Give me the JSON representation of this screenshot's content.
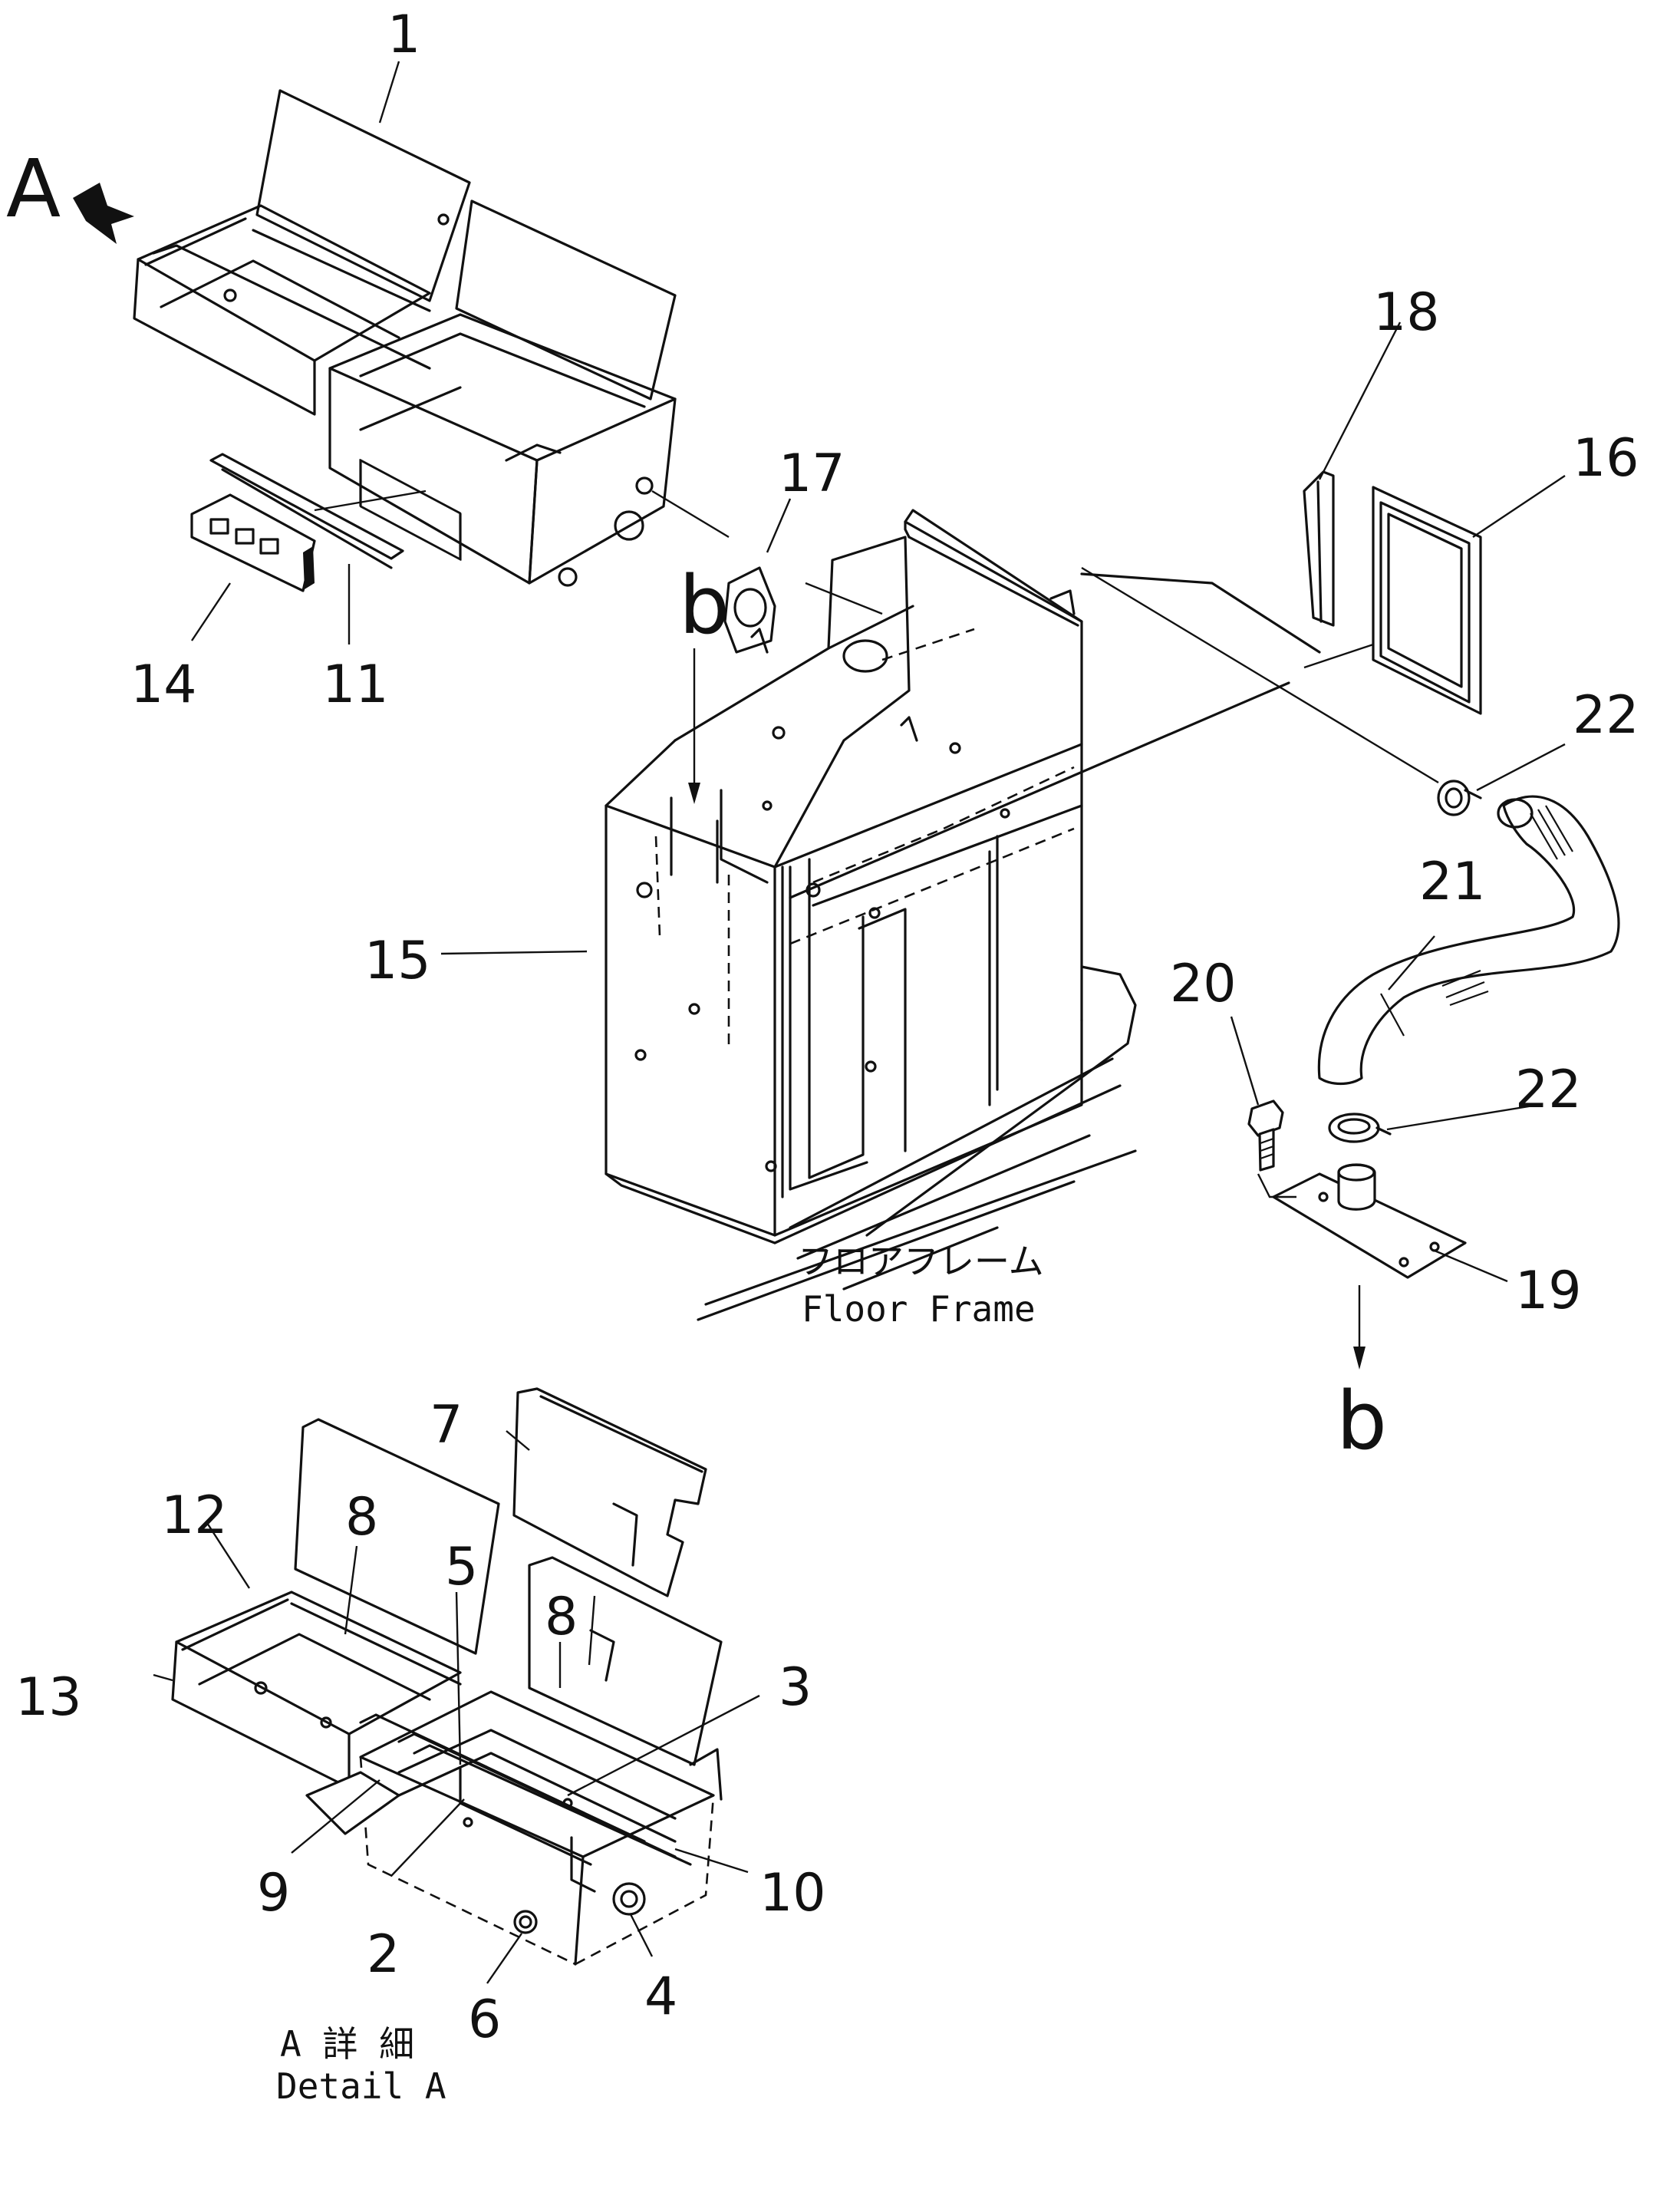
{
  "callouts": {
    "c1": "1",
    "c2": "2",
    "c3": "3",
    "c4": "4",
    "c5": "5",
    "c6": "6",
    "c7": "7",
    "c8a": "8",
    "c8b": "8",
    "c9": "9",
    "c10": "10",
    "c11": "11",
    "c12": "12",
    "c13": "13",
    "c14": "14",
    "c15": "15",
    "c16": "16",
    "c17": "17",
    "c18": "18",
    "c19": "19",
    "c20": "20",
    "c21": "21",
    "c22a": "22",
    "c22b": "22"
  },
  "view_marks": {
    "view_a": "A",
    "ref_b_top": "b",
    "ref_b_bottom": "b"
  },
  "labels": {
    "floor_frame_jp": "フロアフレーム",
    "floor_frame_en": "Floor Frame",
    "detail_a_jp": "A 詳 細",
    "detail_a_en": "Detail A"
  }
}
